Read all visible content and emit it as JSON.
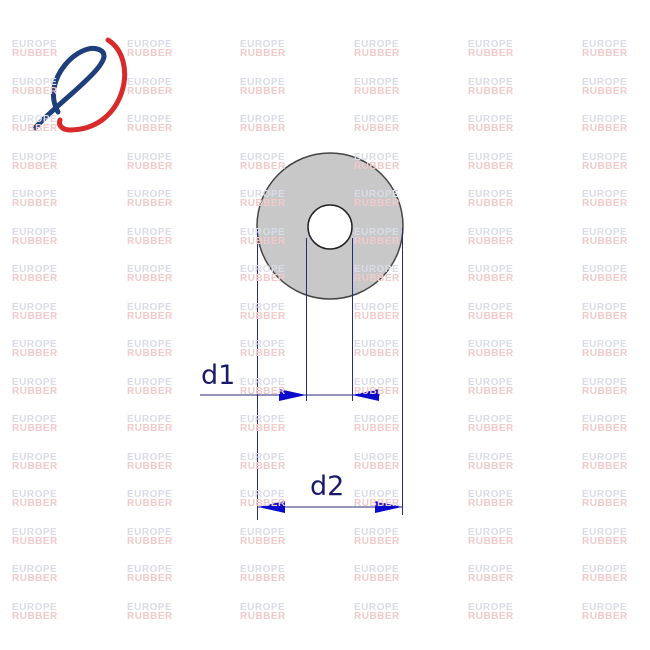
{
  "watermark": {
    "line1": "EUROPE",
    "line2": "RUBBER"
  },
  "logo": {
    "name": "europe-rubber-logo",
    "colors": {
      "blue": "#1f3f7a",
      "red": "#d82a2a"
    }
  },
  "diagram": {
    "part": "washer",
    "inner_label": "d1",
    "outer_label": "d2",
    "colors": {
      "fill": "#c8c8c8",
      "outline": "#444444",
      "dimension": "#0a0acc",
      "extension": "#2a2a7a"
    }
  }
}
